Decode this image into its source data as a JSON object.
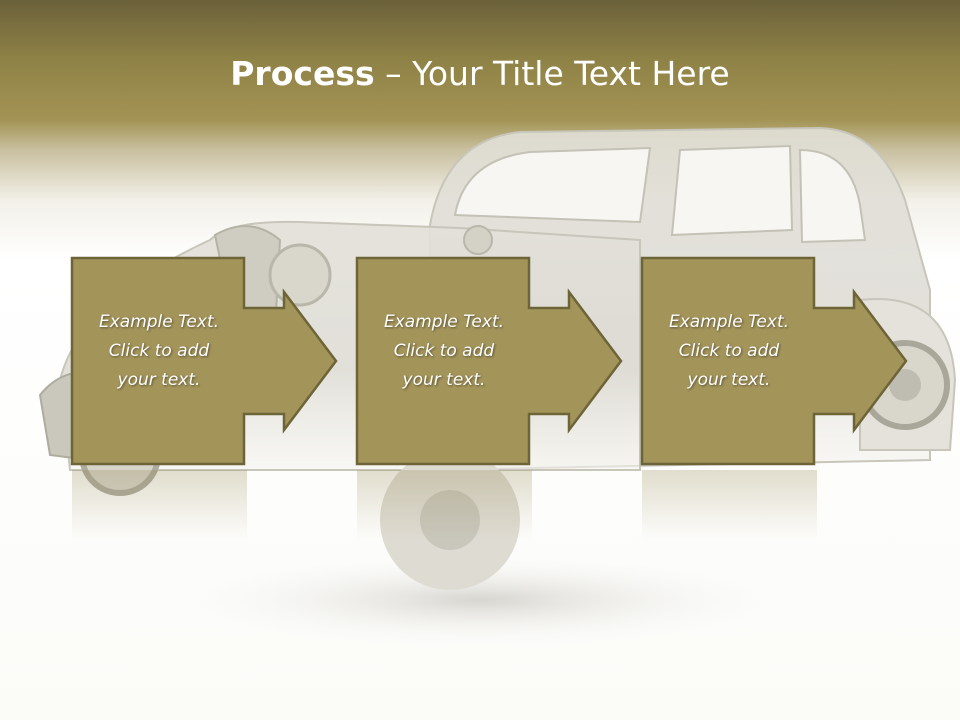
{
  "title": {
    "bold": "Process",
    "dash": " – ",
    "rest": "Your Title Text Here"
  },
  "colors": {
    "header_dark": "#6b613a",
    "header_light": "#a39455",
    "box_fill": "#a3945a",
    "box_border": "#6d6438",
    "text": "#ffffff"
  },
  "steps": [
    {
      "text": "Example Text.\nClick  to add\nyour text."
    },
    {
      "text": "Example Text.\nClick  to add\nyour text."
    },
    {
      "text": "Example Text.\nClick  to add\nyour text."
    }
  ]
}
